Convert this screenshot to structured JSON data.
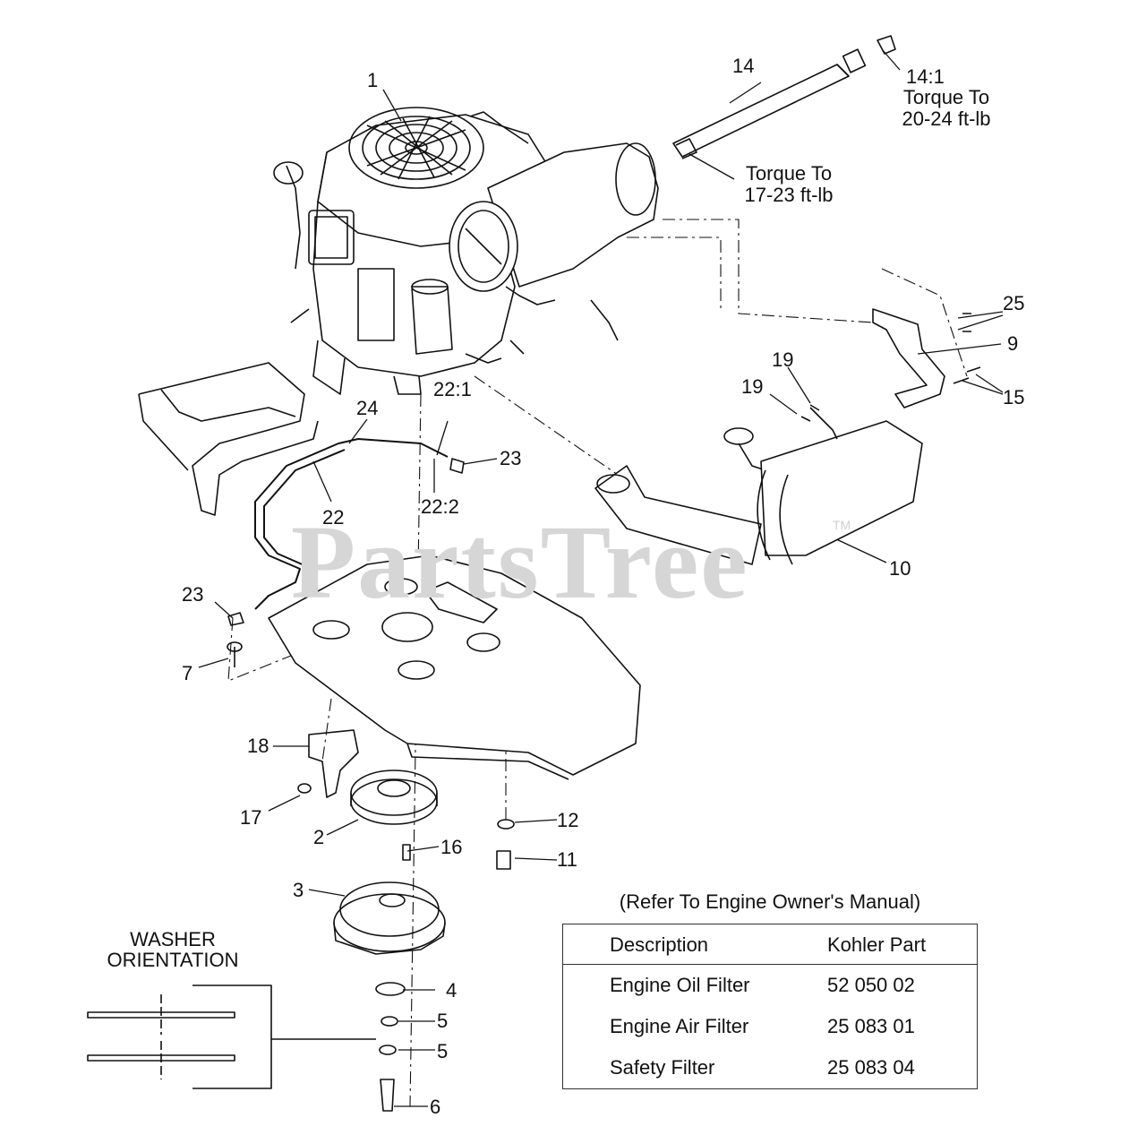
{
  "watermark": {
    "text": "PartsTree",
    "mark": "TM"
  },
  "callouts": {
    "c1": "1",
    "c14": "14",
    "c14_1": "14:1",
    "c25": "25",
    "c9": "9",
    "c15": "15",
    "c19a": "19",
    "c19b": "19",
    "c24": "24",
    "c22_1": "22:1",
    "c23a": "23",
    "c22": "22",
    "c22_2": "22:2",
    "c10": "10",
    "c23b": "23",
    "c7": "7",
    "c18": "18",
    "c17": "17",
    "c12": "12",
    "c2": "2",
    "c16": "16",
    "c11": "11",
    "c3": "3",
    "c4": "4",
    "c5a": "5",
    "c5b": "5",
    "c6": "6"
  },
  "notes": {
    "torque_14_1_line1": "Torque To",
    "torque_14_1_line2": "20-24 ft-lb",
    "torque_pipe_line1": "Torque To",
    "torque_pipe_line2": "17-23 ft-lb"
  },
  "washer_orientation": {
    "line1": "WASHER",
    "line2": "ORIENTATION"
  },
  "filter_table": {
    "caption": "(Refer To Engine Owner's Manual)",
    "headers": [
      "Description",
      "Kohler Part"
    ],
    "rows": [
      [
        "Engine Oil Filter",
        "52 050 02"
      ],
      [
        "Engine Air Filter",
        "25 083 01"
      ],
      [
        "Safety Filter",
        "25 083 04"
      ]
    ]
  },
  "colors": {
    "line": "#111111",
    "watermark": "#d6d6d6"
  }
}
